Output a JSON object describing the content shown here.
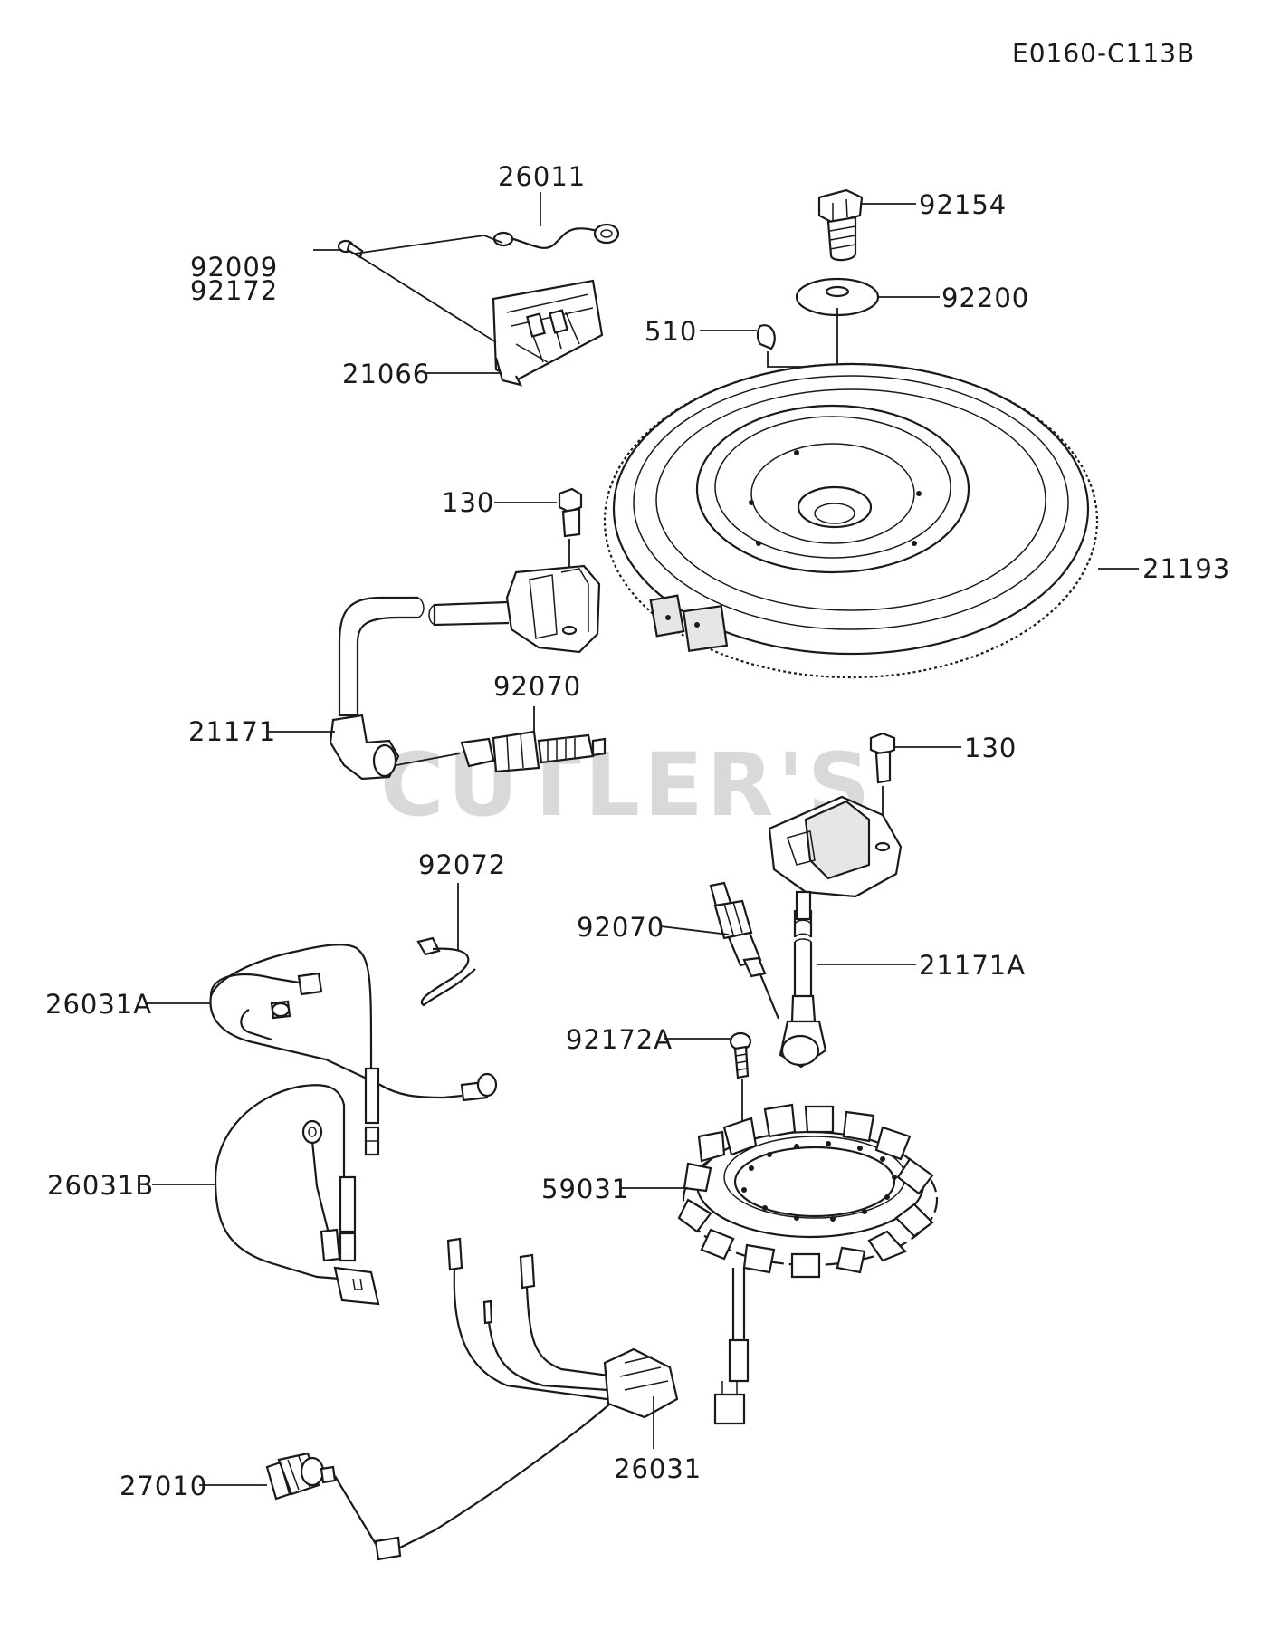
{
  "diagram_code": "E0160-C113B",
  "watermark": "CUTLER'S",
  "part_labels": {
    "p26011": "26011",
    "p92009": "92009",
    "p92172": "92172",
    "p21066": "21066",
    "p92154": "92154",
    "p92200": "92200",
    "p510": "510",
    "p130_top": "130",
    "p21193": "21193",
    "p92070_top": "92070",
    "p21171": "21171",
    "p130_mid": "130",
    "p92072": "92072",
    "p92070_mid": "92070",
    "p21171A": "21171A",
    "p26031A": "26031A",
    "p92172A": "92172A",
    "p26031B": "26031B",
    "p59031": "59031",
    "p27010": "27010",
    "p26031": "26031"
  }
}
